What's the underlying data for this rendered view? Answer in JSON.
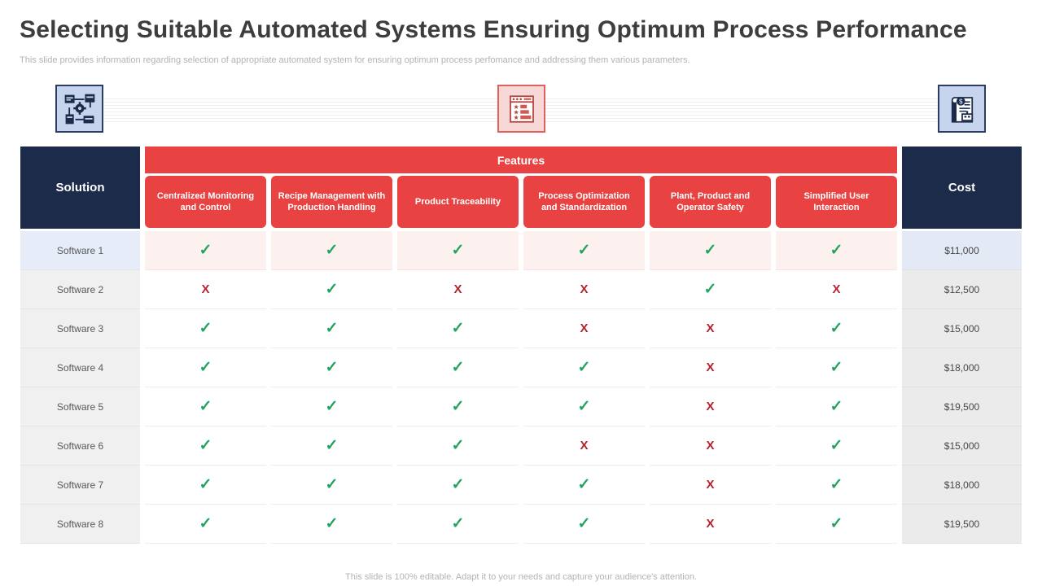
{
  "slide": {
    "title": "Selecting Suitable Automated Systems Ensuring Optimum Process Performance",
    "subtitle": "This slide provides information regarding selection of appropriate automated system for ensuring optimum  process perfomance and addressing them various parameters.",
    "footer": "This slide is 100% editable.  Adapt it to your needs and capture your audience's attention."
  },
  "icons": [
    {
      "name": "automation-process-icon",
      "style": "blue"
    },
    {
      "name": "features-list-icon",
      "style": "red"
    },
    {
      "name": "cost-document-icon",
      "style": "blue"
    }
  ],
  "colors": {
    "navy_header": "#1c2b4a",
    "red_accent": "#e84342",
    "check_green": "#21a55e",
    "cross_red": "#b5232f",
    "row1_pink": "#fdf1ef",
    "row1_blue": "#e7edf8",
    "label_gray": "#f0f0f0",
    "cost_gray": "#ebebeb"
  },
  "table": {
    "solution_header": "Solution",
    "features_header": "Features",
    "cost_header": "Cost",
    "check_glyph": "✓",
    "cross_glyph": "X",
    "feature_columns": [
      "Centralized Monitoring and Control",
      "Recipe Management with Production Handling",
      "Product Traceability",
      "Process Optimization and Standardization",
      "Plant, Product and Operator Safety",
      "Simplified User Interaction"
    ],
    "rows": [
      {
        "solution": "Software 1",
        "features": [
          true,
          true,
          true,
          true,
          true,
          true
        ],
        "cost": "$11,000"
      },
      {
        "solution": "Software 2",
        "features": [
          false,
          true,
          false,
          false,
          true,
          false
        ],
        "cost": "$12,500"
      },
      {
        "solution": "Software 3",
        "features": [
          true,
          true,
          true,
          false,
          false,
          true
        ],
        "cost": "$15,000"
      },
      {
        "solution": "Software 4",
        "features": [
          true,
          true,
          true,
          true,
          false,
          true
        ],
        "cost": "$18,000"
      },
      {
        "solution": "Software 5",
        "features": [
          true,
          true,
          true,
          true,
          false,
          true
        ],
        "cost": "$19,500"
      },
      {
        "solution": "Software 6",
        "features": [
          true,
          true,
          true,
          false,
          false,
          true
        ],
        "cost": "$15,000"
      },
      {
        "solution": "Software 7",
        "features": [
          true,
          true,
          true,
          true,
          false,
          true
        ],
        "cost": "$18,000"
      },
      {
        "solution": "Software 8",
        "features": [
          true,
          true,
          true,
          true,
          false,
          true
        ],
        "cost": "$19,500"
      }
    ]
  }
}
